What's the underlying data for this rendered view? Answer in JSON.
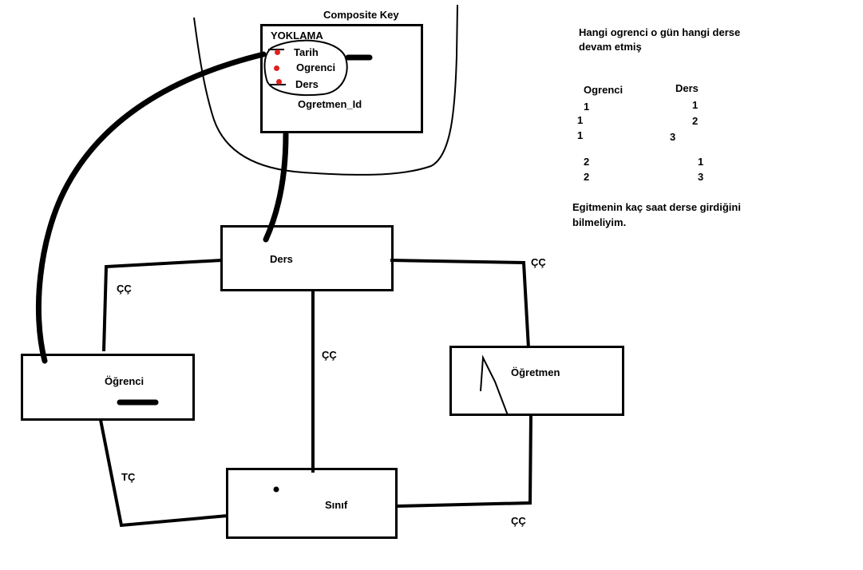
{
  "composite_key_label": "Composite Key",
  "yoklama": {
    "title": "YOKLAMA",
    "fields": [
      "Tarih",
      "Ogrenci",
      "Ders",
      "Ogretmen_Id"
    ],
    "key_marker_color": "#e02020"
  },
  "entities": {
    "ders": "Ders",
    "ogrenci": "Öğrenci",
    "ogretmen": "Öğretmen",
    "sinif": "Sınıf"
  },
  "relations": {
    "ogrenci_ders": "ÇÇ",
    "ders_ogretmen": "ÇÇ",
    "ders_sinif": "ÇÇ",
    "ogrenci_sinif": "TÇ",
    "ogretmen_sinif": "ÇÇ"
  },
  "notes": {
    "question": [
      "Hangi ogrenci o gün hangi derse",
      "devam etmiş"
    ],
    "table_headers": [
      "Ogrenci",
      "Ders"
    ],
    "rows": [
      {
        "ogrenci": "1",
        "ders": "1"
      },
      {
        "ogrenci": "1",
        "ders": "2"
      },
      {
        "ogrenci": "1",
        "ders": "3"
      },
      {
        "ogrenci": "2",
        "ders": "1"
      },
      {
        "ogrenci": "2",
        "ders": "3"
      }
    ],
    "remark": [
      "Egitmenin kaç saat derse girdiğini",
      "bilmeliyim."
    ]
  }
}
